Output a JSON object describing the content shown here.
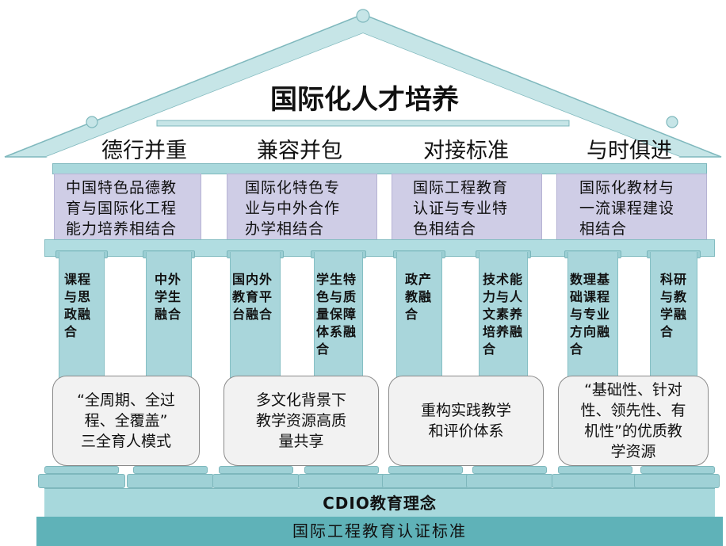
{
  "title": "国际化人才培养",
  "pillars": [
    {
      "name": "德行并重",
      "desc": [
        "中国特色品德教",
        "育与国际化工程",
        "能力培养相结合"
      ],
      "col_left": [
        "课程",
        "与思",
        "政融",
        "合"
      ],
      "col_right": [
        "中外",
        "学生",
        "融合"
      ],
      "cloud": [
        "“全周期、全过",
        "程、全覆盖”",
        "三全育人模式"
      ]
    },
    {
      "name": "兼容并包",
      "desc": [
        "国际化特色专",
        "业与中外合作",
        "办学相结合"
      ],
      "col_left": [
        "国内外",
        "教育平",
        "台融合"
      ],
      "col_right": [
        "学生特",
        "色与质",
        "量保障",
        "体系融",
        "合"
      ],
      "cloud": [
        "多文化背景下",
        "教学资源高质",
        "量共享"
      ]
    },
    {
      "name": "对接标准",
      "desc": [
        "国际工程教育",
        "认证与专业特",
        "色相结合"
      ],
      "col_left": [
        "政产",
        "教融",
        "合"
      ],
      "col_right": [
        "技术能",
        "力与人",
        "文素养",
        "培养融",
        "合"
      ],
      "cloud": [
        "重构实践教学",
        "和评价体系"
      ]
    },
    {
      "name": "与时俱进",
      "desc": [
        "国际化教材与",
        "一流课程建设",
        "相结合"
      ],
      "col_left": [
        "数理基",
        "础课程",
        "与专业",
        "方向融",
        "合"
      ],
      "col_right": [
        "科研",
        "与教",
        "学融",
        "合"
      ],
      "cloud": [
        "“基础性、针对",
        "性、领先性、有",
        "机性”的优质教",
        "学资源"
      ]
    }
  ],
  "foundation_top": "CDIO教育理念",
  "foundation_bottom": "国际工程教育认证标准",
  "colors": {
    "roof": "#c3e4e6",
    "roof_stroke": "#7fb8bd",
    "column": "#a9d6db",
    "purple": "#cfcde6",
    "cloud": "#f2f2f2",
    "foundation_dark": "#5fb2b8"
  }
}
